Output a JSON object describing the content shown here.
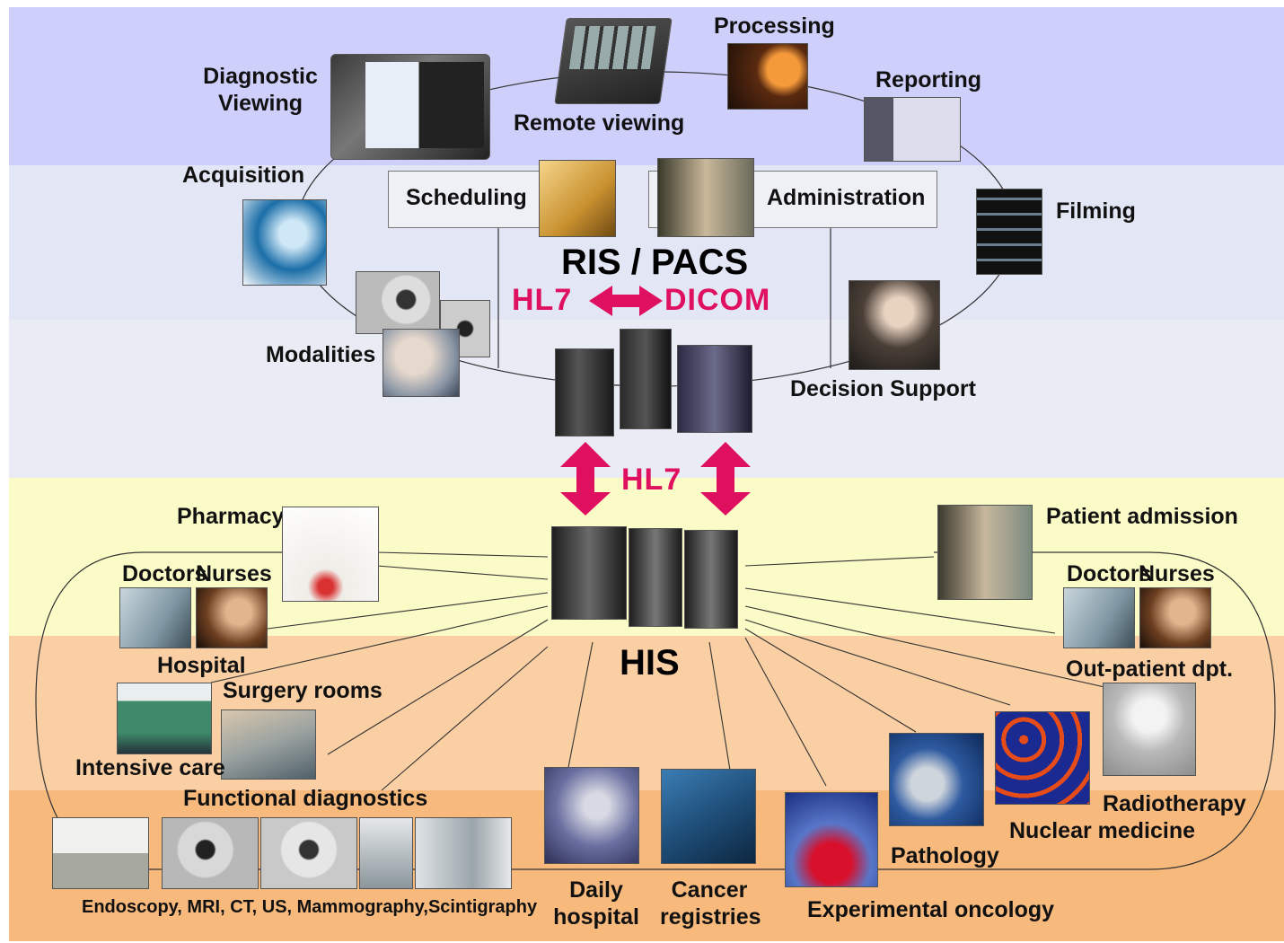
{
  "colors": {
    "band_top": "#cfcffb",
    "band_mid1": "#e3e7f5",
    "band_mid2": "#e9ecf5",
    "band_yellow": "#fbfbc8",
    "band_orange": "#fbcfa4",
    "band_orange_dark": "#f7b97c",
    "accent": "#e01060"
  },
  "ris_pacs": {
    "title": "RIS / PACS",
    "hl7": "HL7",
    "dicom": "DICOM",
    "labels": {
      "diagnostic_viewing": "Diagnostic\nViewing",
      "remote_viewing": "Remote viewing",
      "processing": "Processing",
      "reporting": "Reporting",
      "acquisition": "Acquisition",
      "scheduling": "Scheduling",
      "administration": "Administration",
      "filming": "Filming",
      "modalities": "Modalities",
      "decision_support": "Decision Support"
    }
  },
  "link": {
    "label": "HL7"
  },
  "his": {
    "title": "HIS",
    "labels": {
      "pharmacy": "Pharmacy",
      "patient_admission": "Patient admission",
      "doctors_left": "Doctors",
      "nurses_left": "Nurses",
      "doctors_right": "Doctors",
      "nurses_right": "Nurses",
      "hospital": "Hospital",
      "surgery_rooms": "Surgery rooms",
      "intensive_care": "Intensive care",
      "outpatient": "Out-patient dpt.",
      "functional_diagnostics": "Functional diagnostics",
      "endoscopy": "Endoscopy, MRI, CT, US, Mammography,Scintigraphy",
      "daily_hospital": "Daily\nhospital",
      "cancer_registries": "Cancer\nregistries",
      "experimental_oncology": "Experimental oncology",
      "pathology": "Pathology",
      "nuclear_medicine": "Nuclear medicine",
      "radiotherapy": "Radiotherapy"
    }
  }
}
